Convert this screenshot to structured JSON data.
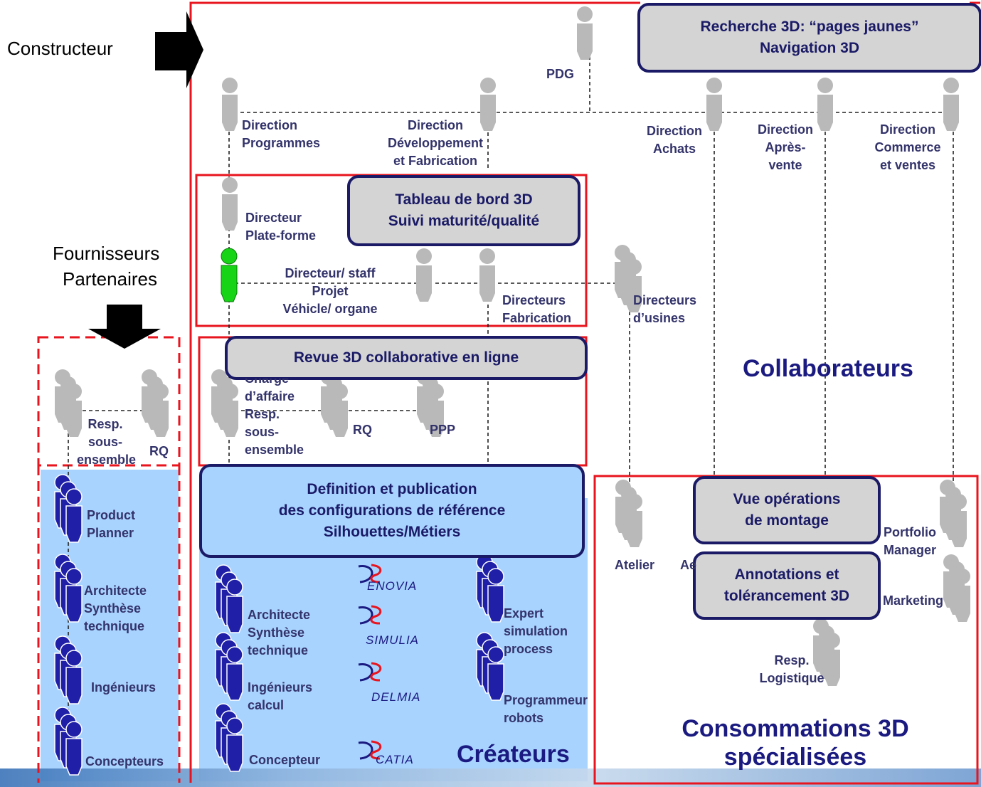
{
  "left_labels": {
    "constructeur": "Constructeur",
    "fournisseurs": "Fournisseurs",
    "partenaires": "Partenaires"
  },
  "boxes": {
    "recherche_l1": "Recherche 3D: “pages jaunes”",
    "recherche_l2": "Navigation 3D",
    "tableau_l1": "Tableau de bord 3D",
    "tableau_l2": "Suivi maturité/qualité",
    "revue": "Revue 3D collaborative en ligne",
    "definition_l1": "Definition et publication",
    "definition_l2": "des configurations de référence",
    "definition_l3": "Silhouettes/Métiers",
    "vue_l1": "Vue opérations",
    "vue_l2": "de montage",
    "annot_l1": "Annotations et",
    "annot_l2": "tolérancement 3D"
  },
  "roles": {
    "pdg": "PDG",
    "dir_prog": [
      "Direction",
      "Programmes"
    ],
    "dir_dev": [
      "Direction",
      "Développement",
      "et Fabrication"
    ],
    "dir_achats": [
      "Direction",
      "Achats"
    ],
    "dir_apres": [
      "Direction",
      "Après-",
      "vente"
    ],
    "dir_commerce": [
      "Direction",
      "Commerce",
      "et ventes"
    ],
    "dir_plateforme": [
      "Directeur",
      "Plate-forme"
    ],
    "dir_staff": [
      "Directeur/ staff",
      "Projet",
      "Véhicle/ organe"
    ],
    "dir_fab": [
      "Directeurs",
      "Fabrication"
    ],
    "dir_usines": [
      "Directeurs",
      "d’usines"
    ],
    "charge": [
      "Chargé",
      "d’affaire",
      "Resp.",
      "sous-",
      "ensemble"
    ],
    "rq": "RQ",
    "ppp": "PPP",
    "four_resp": [
      "Resp.",
      "sous-",
      "ensemble"
    ],
    "four_rq": "RQ",
    "product_planner": [
      "Product",
      "Planner"
    ],
    "archi_left": [
      "Architecte",
      "Synthèse",
      "technique"
    ],
    "ingenieurs": "Ingénieurs",
    "concepteurs": "Concepteurs",
    "archi_mid": [
      "Architecte",
      "Synthèse",
      "technique"
    ],
    "ing_calcul": [
      "Ingénieurs",
      "calcul"
    ],
    "concepteur": "Concepteur",
    "expert": [
      "Expert",
      "simulation",
      "process"
    ],
    "programmeur": [
      "Programmeur",
      "robots"
    ],
    "atelier": "Atelier",
    "ae": "Ae",
    "portfolio": [
      "Portfolio",
      "Manager"
    ],
    "marketing": "Marketing",
    "resp_log": [
      "Resp.",
      "Logistique"
    ]
  },
  "titles": {
    "collaborateurs": "Collaborateurs",
    "createurs": "Créateurs",
    "consommations_l1": "Consommations 3D",
    "consommations_l2": "spécialisées"
  },
  "logos": [
    "ENOVIA",
    "SIMULIA",
    "DELMIA",
    "CATIA"
  ],
  "colors": {
    "frame_red": "#e8141e",
    "navy": "#1a1a66",
    "box_gray": "#d4d4d4",
    "light_blue": "#a9d3ff",
    "person_gray": "#b9b9b9",
    "person_blue": "#1f1fa8",
    "person_green": "#17d417"
  }
}
